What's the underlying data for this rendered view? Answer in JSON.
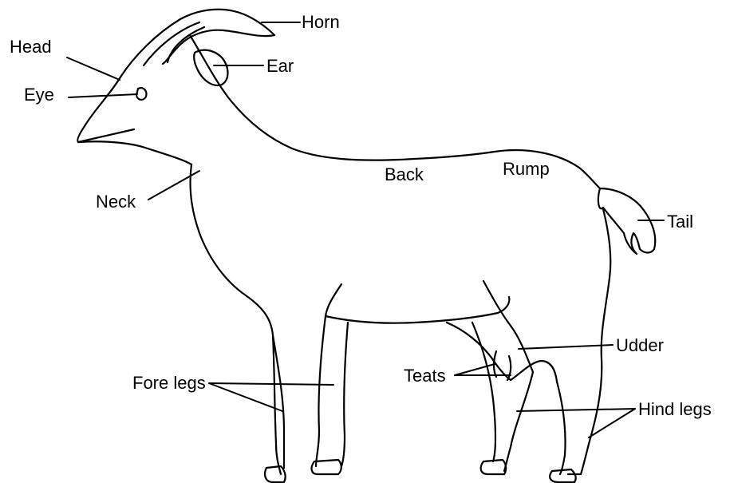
{
  "diagram": {
    "labels": {
      "horn": "Horn",
      "head": "Head",
      "ear": "Ear",
      "eye": "Eye",
      "neck": "Neck",
      "back": "Back",
      "rump": "Rump",
      "tail": "Tail",
      "udder": "Udder",
      "teats": "Teats",
      "fore_legs": "Fore legs",
      "hind_legs": "Hind legs"
    }
  }
}
